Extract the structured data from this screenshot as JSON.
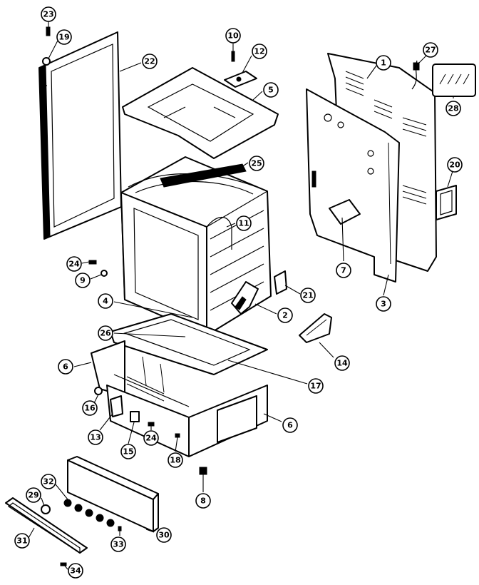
{
  "callouts": [
    {
      "id": "c23",
      "label": "23"
    },
    {
      "id": "c19",
      "label": "19"
    },
    {
      "id": "c22",
      "label": "22"
    },
    {
      "id": "c10",
      "label": "10"
    },
    {
      "id": "c12",
      "label": "12"
    },
    {
      "id": "c5",
      "label": "5"
    },
    {
      "id": "c1",
      "label": "1"
    },
    {
      "id": "c27",
      "label": "27"
    },
    {
      "id": "c28",
      "label": "28"
    },
    {
      "id": "c25",
      "label": "25"
    },
    {
      "id": "c20",
      "label": "20"
    },
    {
      "id": "c11",
      "label": "11"
    },
    {
      "id": "c24a",
      "label": "24"
    },
    {
      "id": "c9",
      "label": "9"
    },
    {
      "id": "c7",
      "label": "7"
    },
    {
      "id": "c21",
      "label": "21"
    },
    {
      "id": "c4",
      "label": "4"
    },
    {
      "id": "c2",
      "label": "2"
    },
    {
      "id": "c3",
      "label": "3"
    },
    {
      "id": "c26",
      "label": "26"
    },
    {
      "id": "c14",
      "label": "14"
    },
    {
      "id": "c6a",
      "label": "6"
    },
    {
      "id": "c17",
      "label": "17"
    },
    {
      "id": "c16",
      "label": "16"
    },
    {
      "id": "c13",
      "label": "13"
    },
    {
      "id": "c15",
      "label": "15"
    },
    {
      "id": "c24b",
      "label": "24"
    },
    {
      "id": "c18",
      "label": "18"
    },
    {
      "id": "c6b",
      "label": "6"
    },
    {
      "id": "c8",
      "label": "8"
    },
    {
      "id": "c32",
      "label": "32"
    },
    {
      "id": "c29",
      "label": "29"
    },
    {
      "id": "c30",
      "label": "30"
    },
    {
      "id": "c31",
      "label": "31"
    },
    {
      "id": "c33",
      "label": "33"
    },
    {
      "id": "c34",
      "label": "34"
    }
  ]
}
